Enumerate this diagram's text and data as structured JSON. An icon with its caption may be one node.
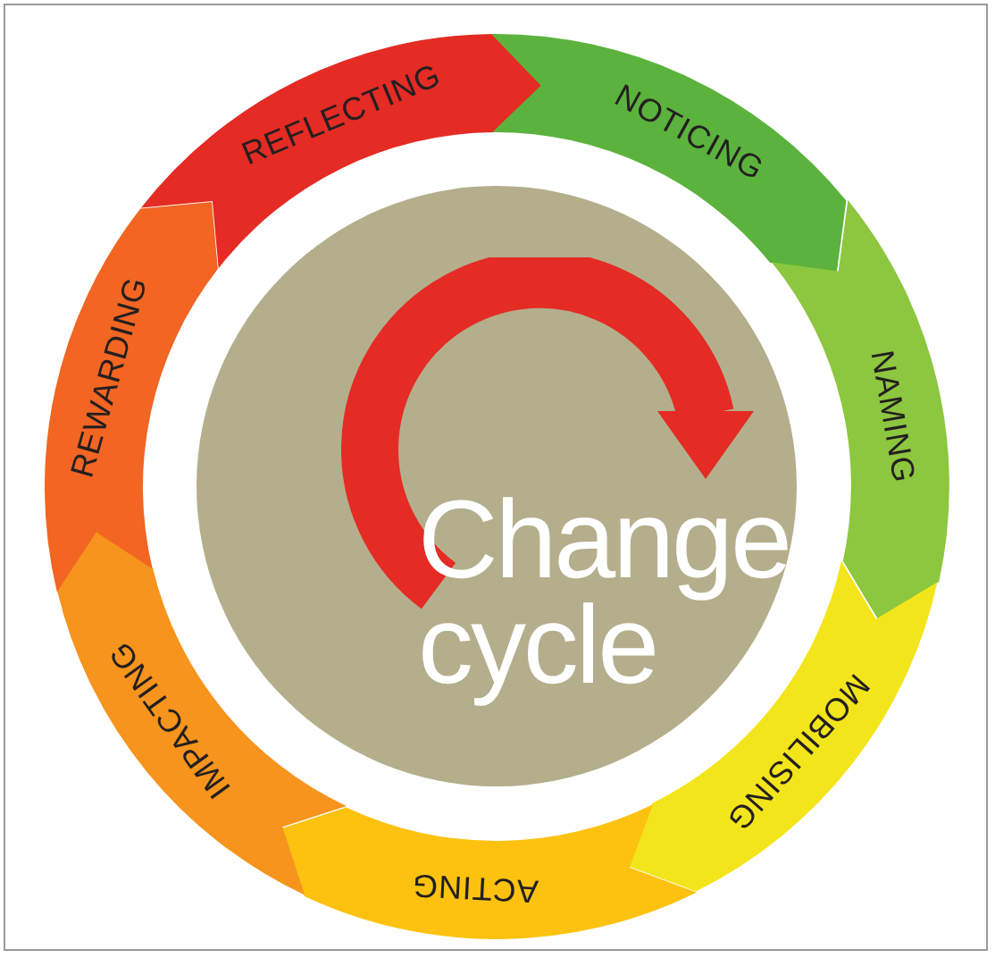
{
  "diagram": {
    "nodes": [
      {
        "text": [
          "REFLECTING"
        ]
      },
      {
        "text": [
          "NOTICING"
        ]
      },
      {
        "text": [
          "NAMING"
        ]
      },
      {
        "text": [
          "MOBILISING"
        ]
      },
      {
        "text": [
          "ACTING"
        ]
      },
      {
        "text": [
          "IMPACTING"
        ]
      },
      {
        "text": [
          "REWARDING"
        ]
      },
      {
        "text": [
          "Change cycle"
        ]
      }
    ]
  }
}
